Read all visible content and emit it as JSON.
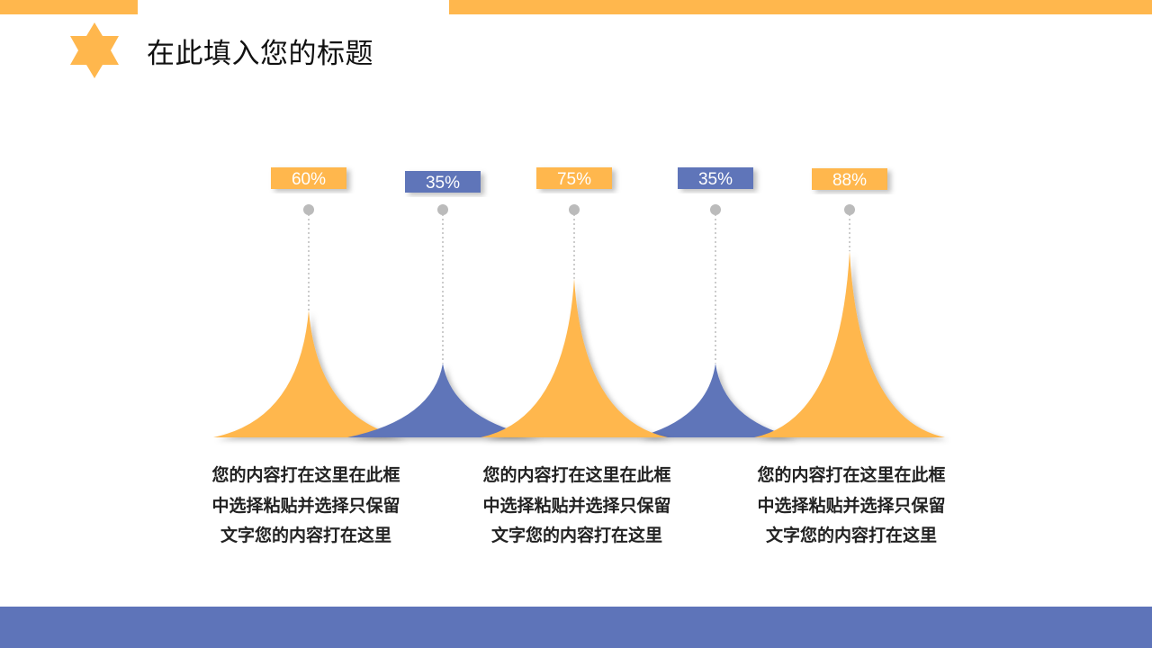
{
  "theme": {
    "orange": "#FFB74D",
    "blue": "#5E74B9",
    "gray": "#BBBBBB"
  },
  "header": {
    "title": "在此填入您的标题",
    "icon": "star-icon"
  },
  "chart_data": {
    "type": "area",
    "series": [
      {
        "value": 60,
        "label": "60%",
        "color": "orange"
      },
      {
        "value": 35,
        "label": "35%",
        "color": "blue"
      },
      {
        "value": 75,
        "label": "75%",
        "color": "orange"
      },
      {
        "value": 35,
        "label": "35%",
        "color": "blue"
      },
      {
        "value": 88,
        "label": "88%",
        "color": "orange"
      }
    ]
  },
  "descriptions": [
    {
      "lines": [
        "您的内容打在这里在此框",
        "中选择粘贴并选择只保留",
        "文字您的内容打在这里"
      ]
    },
    {
      "lines": [
        "您的内容打在这里在此框",
        "中选择粘贴并选择只保留",
        "文字您的内容打在这里"
      ]
    },
    {
      "lines": [
        "您的内容打在这里在此框",
        "中选择粘贴并选择只保留",
        "文字您的内容打在这里"
      ]
    }
  ]
}
